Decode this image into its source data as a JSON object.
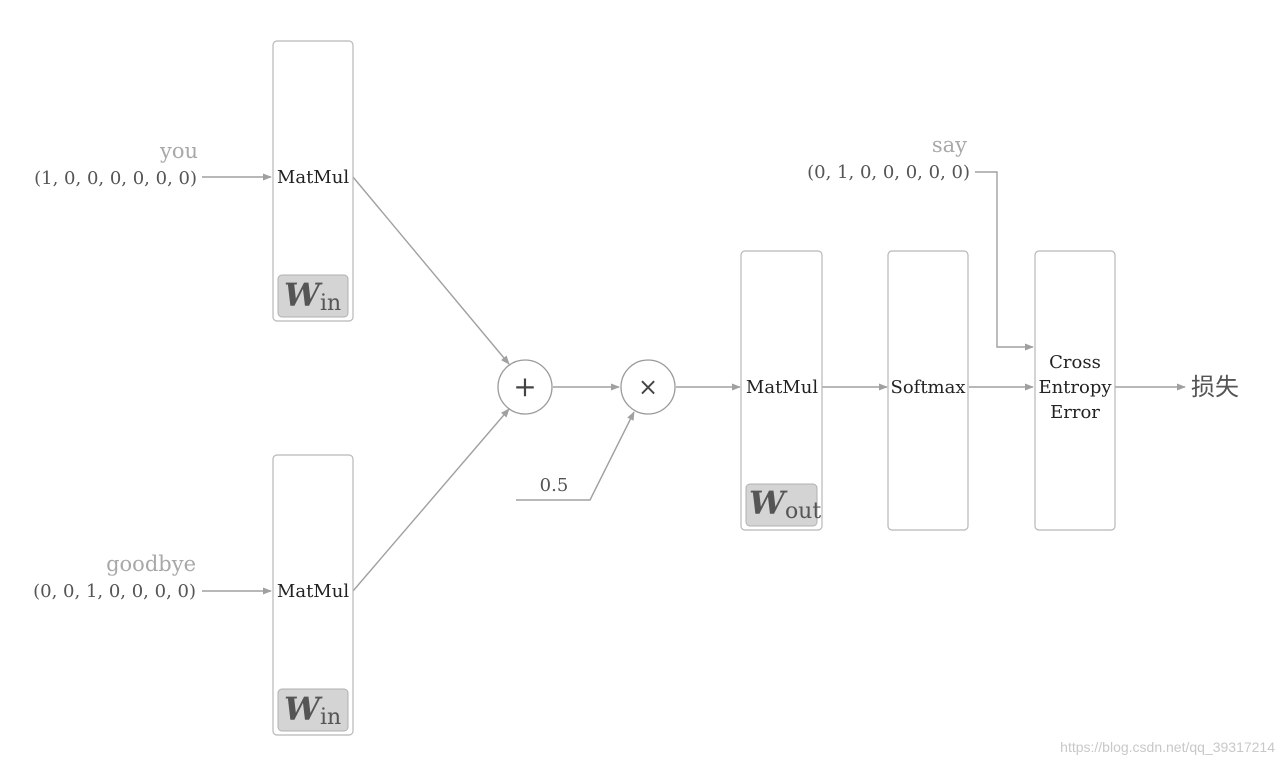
{
  "inputs": {
    "you": {
      "word": "you",
      "vector": "(1, 0, 0, 0, 0, 0, 0)"
    },
    "goodbye": {
      "word": "goodbye",
      "vector": "(0, 0, 1, 0, 0, 0, 0)"
    },
    "say": {
      "word": "say",
      "vector": "(0, 1, 0, 0, 0, 0, 0)"
    }
  },
  "layers": {
    "matmul_in_1": {
      "op": "MatMul",
      "weight": "W",
      "weight_sub": "in"
    },
    "matmul_in_2": {
      "op": "MatMul",
      "weight": "W",
      "weight_sub": "in"
    },
    "add": {
      "symbol": "+"
    },
    "multiply": {
      "symbol": "×"
    },
    "scale": {
      "value": "0.5"
    },
    "matmul_out": {
      "op": "MatMul",
      "weight": "W",
      "weight_sub": "out"
    },
    "softmax": {
      "op": "Softmax"
    },
    "cross_entropy": {
      "line1": "Cross",
      "line2": "Entropy",
      "line3": "Error"
    }
  },
  "output": {
    "label": "损失"
  },
  "watermark": "https://blog.csdn.net/qq_39317214",
  "colors": {
    "edge": "#a0a0a0",
    "box_border": "#b8b8b8",
    "weight_fill": "#d4d4d4",
    "input_word": "#a8a8a8"
  }
}
